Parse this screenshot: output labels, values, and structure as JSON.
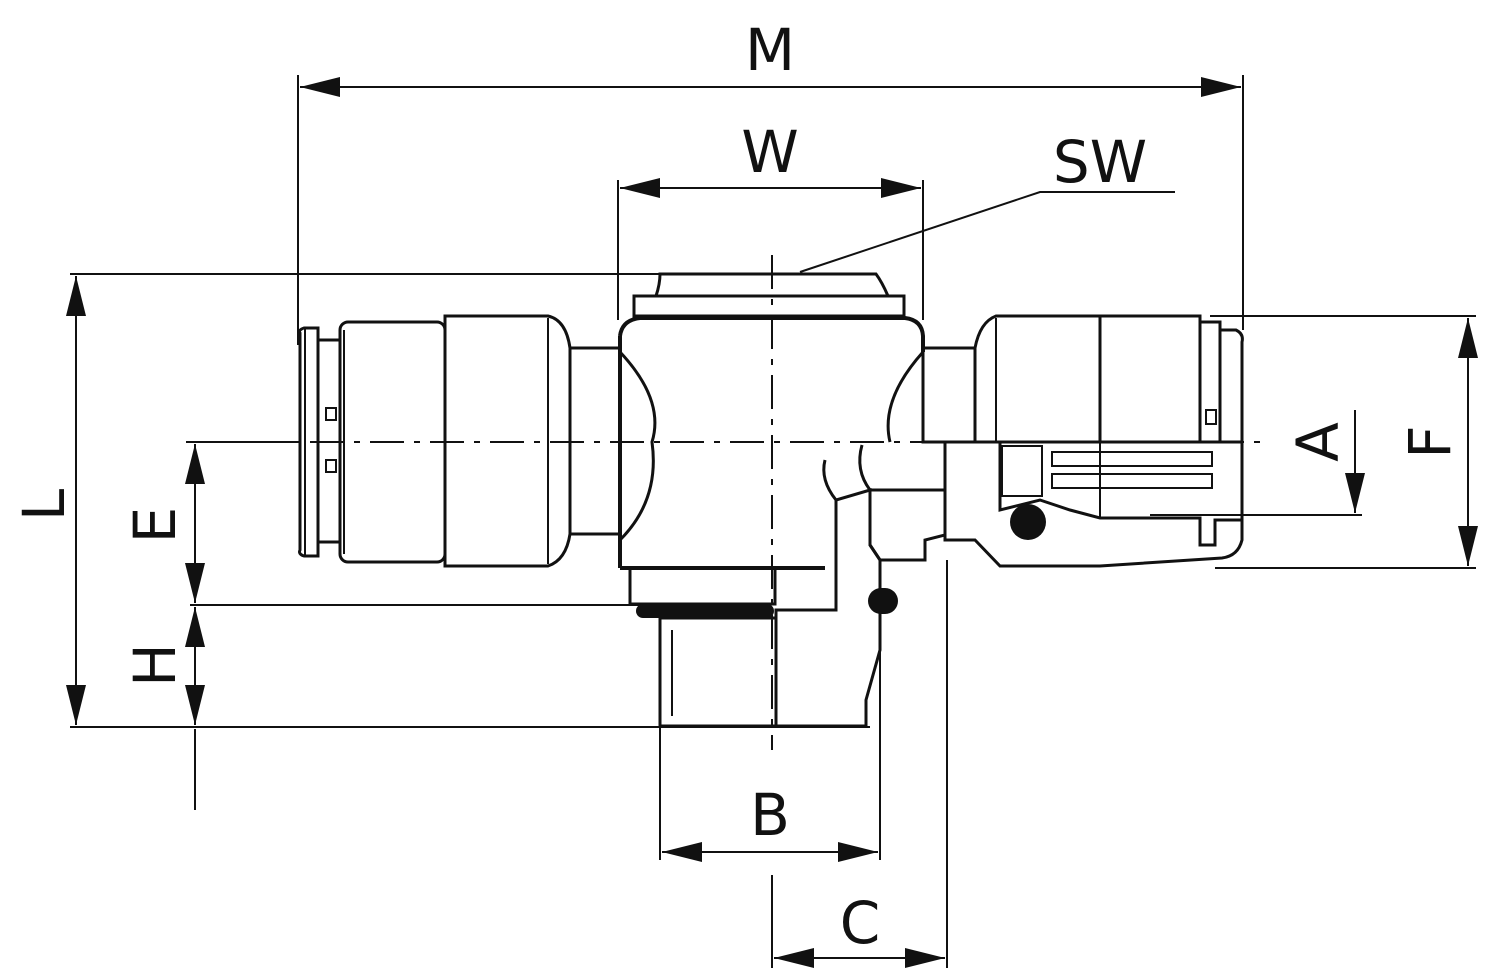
{
  "labels": {
    "M": "M",
    "W": "W",
    "SW": "SW",
    "L": "L",
    "E": "E",
    "H": "H",
    "A": "A",
    "F": "F",
    "B": "B",
    "C": "C"
  },
  "colors": {
    "line": "#111111",
    "background": "#ffffff"
  }
}
